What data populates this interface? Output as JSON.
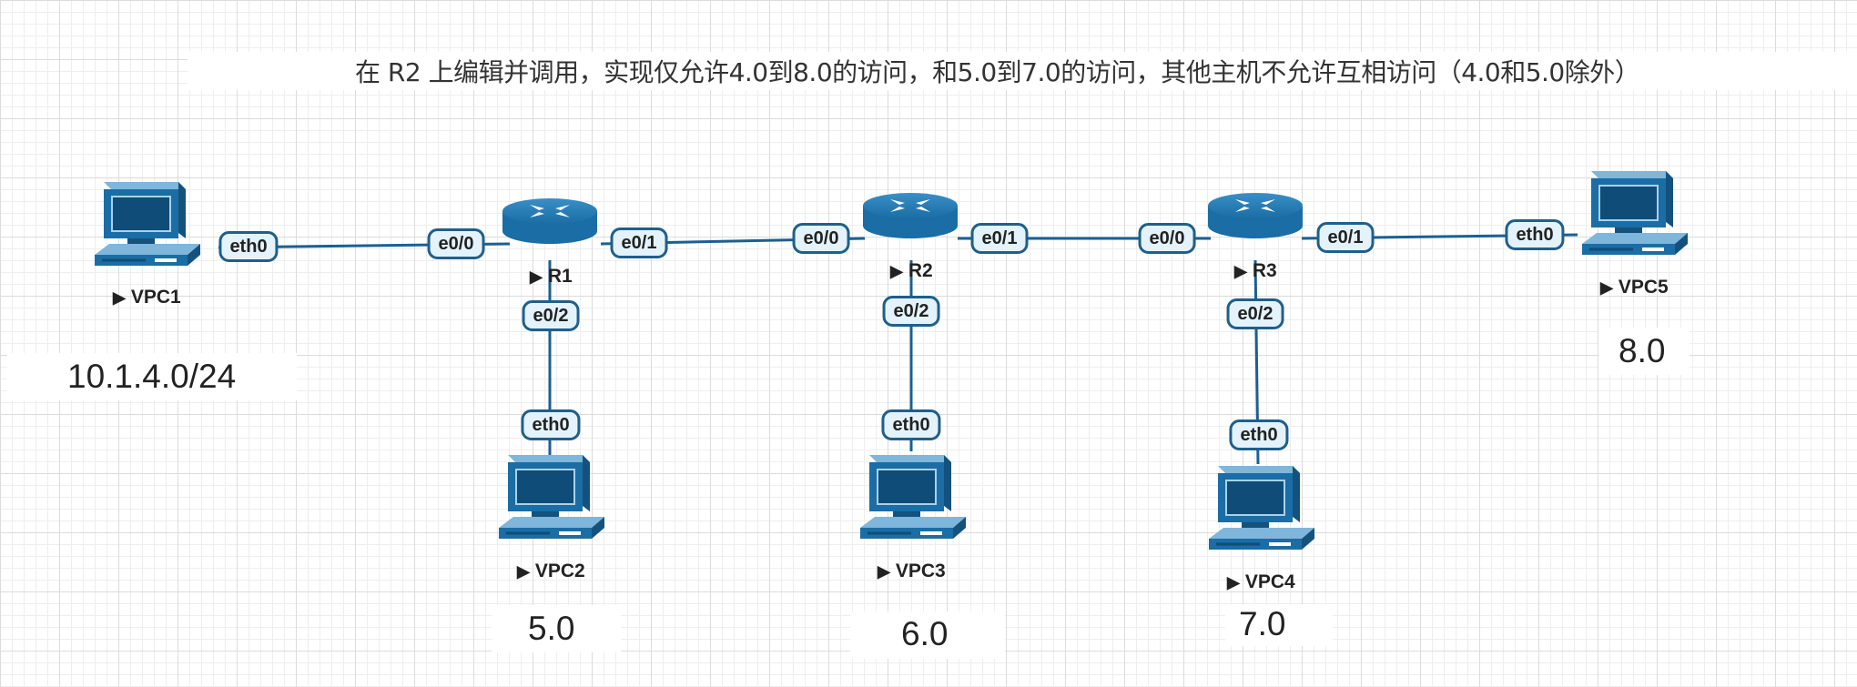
{
  "title": "在 R2 上编辑并调用，实现仅允许4.0到8.0的访问，和5.0到7.0的访问，其他主机不允许互相访问（4.0和5.0除外）",
  "colors": {
    "link": "#1a5f94",
    "port_border": "#1f5f8b",
    "port_fill": "#e4f3fb",
    "device": "#1a6da5"
  },
  "devices": {
    "vpc1": {
      "label": "VPC1",
      "kind": "pc-icon"
    },
    "vpc2": {
      "label": "VPC2",
      "kind": "pc-icon"
    },
    "vpc3": {
      "label": "VPC3",
      "kind": "pc-icon"
    },
    "vpc4": {
      "label": "VPC4",
      "kind": "pc-icon"
    },
    "vpc5": {
      "label": "VPC5",
      "kind": "pc-icon"
    },
    "r1": {
      "label": "R1",
      "kind": "router-icon"
    },
    "r2": {
      "label": "R2",
      "kind": "router-icon"
    },
    "r3": {
      "label": "R3",
      "kind": "router-icon"
    }
  },
  "subnets": {
    "vpc1": "10.1.4.0/24",
    "vpc2": "5.0",
    "vpc3": "6.0",
    "vpc4": "7.0",
    "vpc5": "8.0"
  },
  "links": [
    {
      "a": "vpc1",
      "a_port": "eth0",
      "b": "r1",
      "b_port": "e0/0"
    },
    {
      "a": "r1",
      "a_port": "e0/1",
      "b": "r2",
      "b_port": "e0/0"
    },
    {
      "a": "r2",
      "a_port": "e0/1",
      "b": "r3",
      "b_port": "e0/0"
    },
    {
      "a": "r3",
      "a_port": "e0/1",
      "b": "vpc5",
      "b_port": "eth0"
    },
    {
      "a": "r1",
      "a_port": "e0/2",
      "b": "vpc2",
      "b_port": "eth0"
    },
    {
      "a": "r2",
      "a_port": "e0/2",
      "b": "vpc3",
      "b_port": "eth0"
    },
    {
      "a": "r3",
      "a_port": "e0/2",
      "b": "vpc4",
      "b_port": "eth0"
    }
  ]
}
